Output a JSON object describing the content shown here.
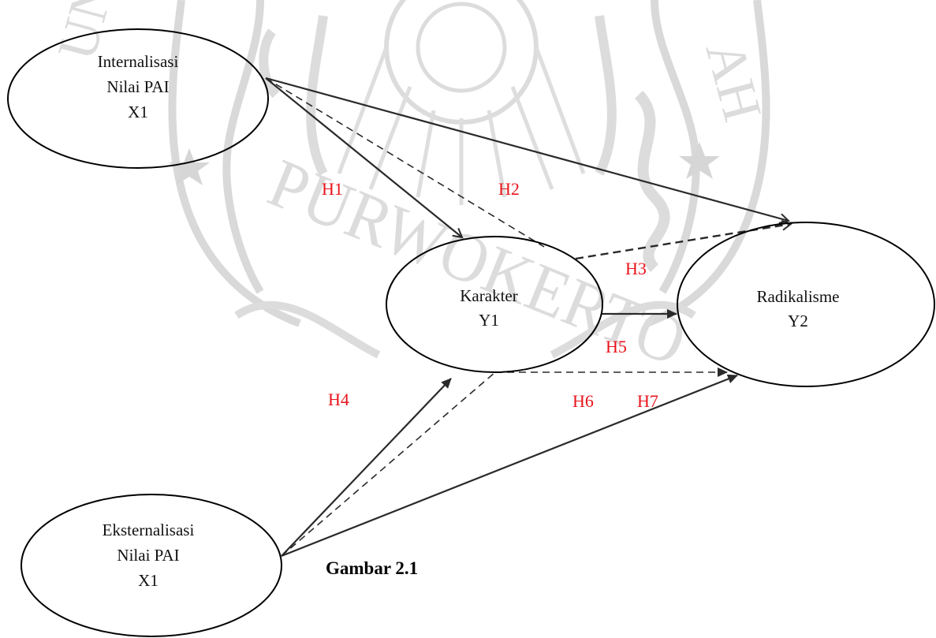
{
  "watermark": {
    "text": "PURWOKERTO",
    "left_letters": "UN",
    "right_letters": "AH",
    "color": "#d9d9d9"
  },
  "nodes": {
    "internalisasi": {
      "line1": "Internalisasi",
      "line2": "Nilai PAI",
      "line3": "X1"
    },
    "karakter": {
      "line1": "Karakter",
      "line2": "Y1"
    },
    "radikalisme": {
      "line1": "Radikalisme",
      "line2": "Y2"
    },
    "eksternalisasi": {
      "line1": "Eksternalisasi",
      "line2": "Nilai PAI",
      "line3": "X1"
    }
  },
  "hypotheses": {
    "h1": "H1",
    "h2": "H2",
    "h3": "H3",
    "h4": "H4",
    "h5": "H5",
    "h6": "H6",
    "h7": "H7",
    "color": "#e8141c"
  },
  "caption": "Gambar 2.1"
}
